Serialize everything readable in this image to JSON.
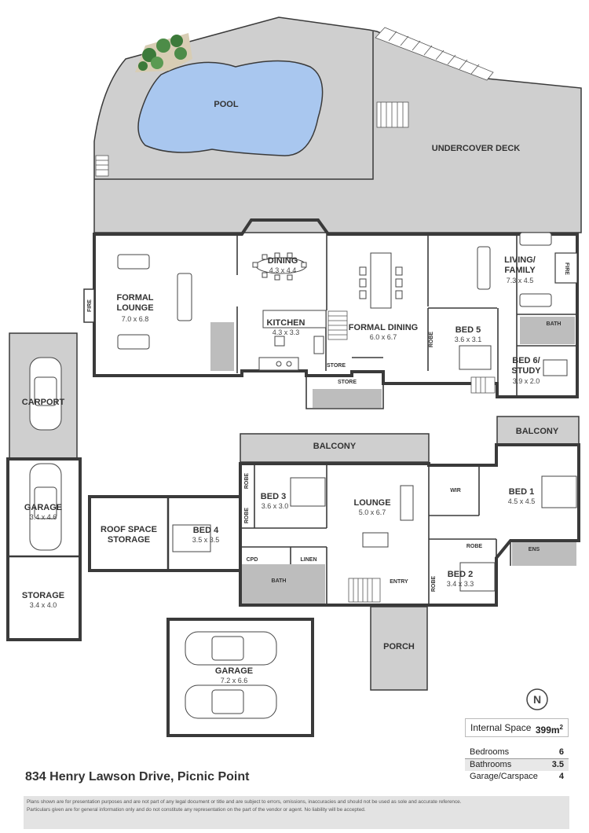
{
  "rooms": {
    "pool": "POOL",
    "undercover_deck": "UNDERCOVER DECK",
    "formal_lounge": {
      "name": "FORMAL\nLOUNGE",
      "dim": "7.0 x 6.8"
    },
    "dining": {
      "name": "DINING",
      "dim": "4.3 x 4.4"
    },
    "kitchen": {
      "name": "KITCHEN",
      "dim": "4.3 x 3.3"
    },
    "formal_dining": {
      "name": "FORMAL DINING",
      "dim": "6.0 x 6.7"
    },
    "living_family": {
      "name": "LIVING/\nFAMILY",
      "dim": "7.3 x 4.5"
    },
    "bed5": {
      "name": "BED 5",
      "dim": "3.6 x 3.1"
    },
    "bed6": {
      "name": "BED 6/\nSTUDY",
      "dim": "3.9 x 2.0"
    },
    "carport": "CARPORT",
    "garage_small": {
      "name": "GARAGE",
      "dim": "3.4 x 4.6"
    },
    "storage": {
      "name": "STORAGE",
      "dim": "3.4 x 4.0"
    },
    "balcony_main": "BALCONY",
    "balcony_right": "BALCONY",
    "roof_space": "ROOF SPACE\nSTORAGE",
    "bed4": {
      "name": "BED 4",
      "dim": "3.5 x 3.5"
    },
    "bed3": {
      "name": "BED 3",
      "dim": "3.6 x 3.0"
    },
    "lounge": {
      "name": "LOUNGE",
      "dim": "5.0 x 6.7"
    },
    "bed1": {
      "name": "BED 1",
      "dim": "4.5 x 4.5"
    },
    "bed2": {
      "name": "BED 2",
      "dim": "3.4 x 3.3"
    },
    "garage_main": {
      "name": "GARAGE",
      "dim": "7.2 x 6.6"
    },
    "porch": "PORCH",
    "entry": "ENTRY"
  },
  "small_labels": {
    "fire": "FIRE",
    "store": "STORE",
    "bath": "BATH",
    "robe": "ROBE",
    "wir": "WIR",
    "ens": "ENS",
    "cpd": "CPD",
    "linen": "LINEN"
  },
  "info": {
    "internal_space_label": "Internal Space",
    "internal_space_value": "399m",
    "internal_space_sup": "2",
    "bedrooms_label": "Bedrooms",
    "bedrooms_value": "6",
    "bathrooms_label": "Bathrooms",
    "bathrooms_value": "3.5",
    "garage_label": "Garage/Carspace",
    "garage_value": "4"
  },
  "address": "834 Henry Lawson Drive, Picnic Point",
  "disclaimer": "Plans shown are for presentation purposes and are not part of any legal document or title and are subject to errors, omissions, inaccuracies and should not be used as sole and accurate reference.\nParticulars given are for general information only and do not constitute any representation on the part of the vendor or agent. No liability will be accepted.",
  "compass": "N"
}
